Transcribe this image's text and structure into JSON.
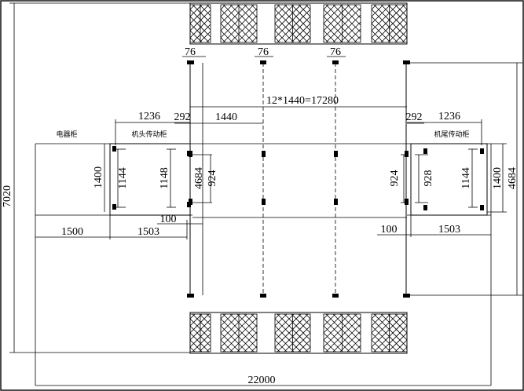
{
  "dimensions": {
    "overall_length": "22000",
    "overall_width": "7020",
    "spacing_total": "12*1440=17280",
    "spacing_single": "1440",
    "offset_left": "292",
    "offset_right": "292",
    "head_drive_width": "1236",
    "tail_drive_width": "1236",
    "elec_cabinet_span": "1500",
    "head_drive_span": "1503",
    "tail_drive_span": "1503",
    "gap_left": "100",
    "gap_right": "100",
    "cabinet_height_left": "1400",
    "cabinet_height_right": "1400",
    "head_mount_1144": "1144",
    "head_mount_1148": "1148",
    "tail_mount_928": "928",
    "tail_mount_1144": "1144",
    "frame_height_left": "4684",
    "frame_height_right": "4684",
    "post_left_924": "924",
    "post_right_924": "924",
    "post_width_1": "76",
    "post_width_2": "76",
    "post_width_3": "76"
  },
  "labels": {
    "electrical_cabinet": "电器柜",
    "head_drive_cabinet": "机头传动柜",
    "tail_drive_cabinet": "机尾传动柜"
  },
  "colors": {
    "line": "#000000",
    "background": "#ffffff"
  }
}
